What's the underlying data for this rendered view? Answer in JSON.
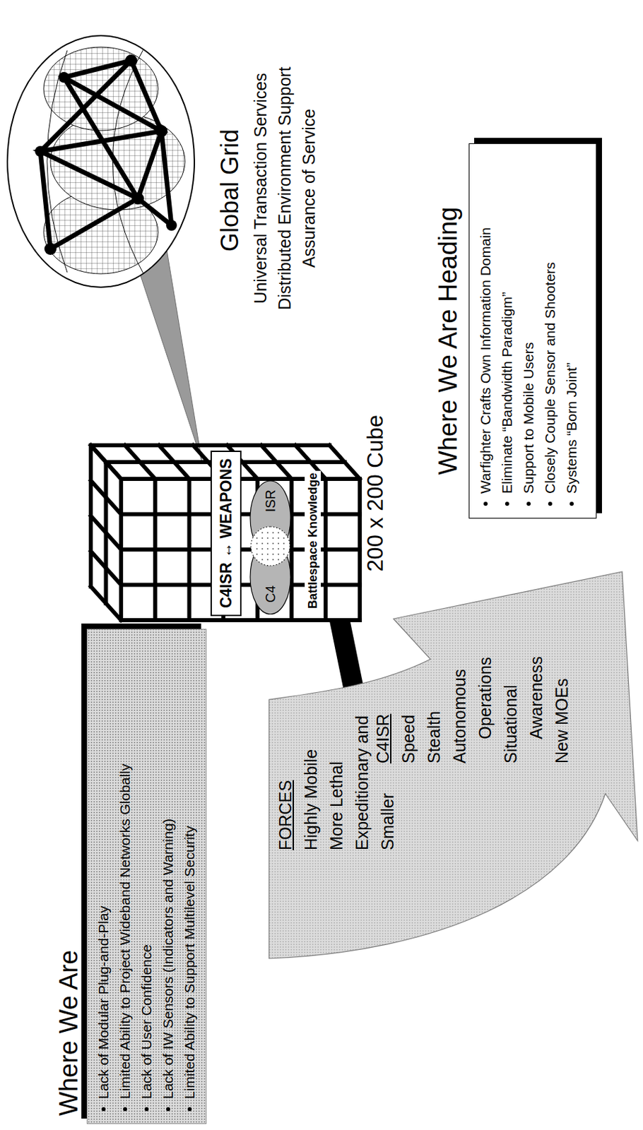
{
  "diagram": {
    "nodes": [
      {
        "text": [
          "Where We Are",
          "Lack of Modular Plug-and-Play",
          "Limited Ability to Project Wideband Networks Globally",
          "Lack of User Confidence",
          "Lack of IW Sensors (Indicators and Warning)",
          "Limited Ability to Support Multilevel Security"
        ]
      },
      {
        "text": [
          "FORCES",
          "Highly Mobile",
          "More Lethal",
          "Expeditionary and Smaller",
          "C4ISR",
          "Speed",
          "Stealth",
          "Autonomous Operations",
          "Situational Awareness",
          "New MOEs"
        ]
      },
      {
        "text": [
          "Battlespace Knowledge"
        ]
      },
      {
        "text": [
          "C4ISR ↔ WEAPONS"
        ],
        "in": 2
      },
      {
        "text": [
          "C4"
        ],
        "in": 2
      },
      {
        "text": [
          "ISR"
        ],
        "in": 2
      },
      {
        "text": [
          "Where We Are Heading",
          "Warfighter Crafts Own Information Domain",
          "Eliminate “Bandwidth Paradigm”",
          "Support to Mobile Users",
          "Closely Couple Sensor and Shooters",
          "Systems “Born Joint”"
        ]
      }
    ],
    "edges": [
      {
        "from": 1,
        "to": 2,
        "arrow": "none"
      }
    ],
    "labels": [
      "200 x 200 Cube",
      "Global Grid",
      "Universal Transaction Services",
      "Distributed Environment Support",
      "Assurance of Service"
    ]
  }
}
